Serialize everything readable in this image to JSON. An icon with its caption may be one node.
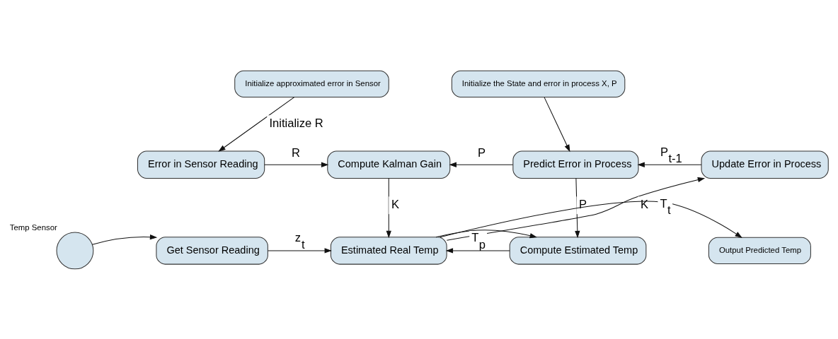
{
  "diagram": {
    "nodes": [
      {
        "text": [
          "Initialize approximated error in Sensor"
        ]
      },
      {
        "text": [
          "Initialize the State and error in process X, P"
        ]
      },
      {
        "text": [
          "Error in Sensor Reading"
        ]
      },
      {
        "text": [
          "Compute Kalman Gain"
        ]
      },
      {
        "text": [
          "Predict Error in Process"
        ]
      },
      {
        "text": [
          "Update Error in Process"
        ]
      },
      {
        "text": [],
        "shape": "circle",
        "beside": [
          "Temp Sensor"
        ]
      },
      {
        "text": [
          "Get Sensor Reading"
        ]
      },
      {
        "text": [
          "Estimated Real Temp"
        ]
      },
      {
        "text": [
          "Compute Estimated Temp"
        ]
      },
      {
        "text": [
          "Output Predicted Temp"
        ]
      }
    ],
    "edges": [
      {
        "from": 0,
        "to": 2,
        "arrow": "to",
        "label": "Initialize R"
      },
      {
        "from": 2,
        "to": 3,
        "arrow": "to",
        "label": "R"
      },
      {
        "from": 4,
        "to": 3,
        "arrow": "to",
        "label": "P"
      },
      {
        "from": 5,
        "to": 4,
        "arrow": "to",
        "label": "P$_{t-1}$"
      },
      {
        "from": 1,
        "to": 4,
        "arrow": "to"
      },
      {
        "from": 3,
        "to": 8,
        "arrow": "to",
        "label": "K"
      },
      {
        "from": 4,
        "to": 9,
        "arrow": "to",
        "label": "P"
      },
      {
        "from": 6,
        "to": 7,
        "arrow": "to"
      },
      {
        "from": 7,
        "to": 8,
        "arrow": "to",
        "label": "z$_{t}$"
      },
      {
        "from": 9,
        "to": 8,
        "arrow": "to",
        "label": "T$_{p}$"
      },
      {
        "from": 8,
        "to": 9,
        "arrow": "to"
      },
      {
        "from": 8,
        "to": 5,
        "arrow": "to",
        "label": "K"
      },
      {
        "from": 8,
        "to": 10,
        "arrow": "to",
        "label": "T$_{t}$"
      }
    ]
  }
}
